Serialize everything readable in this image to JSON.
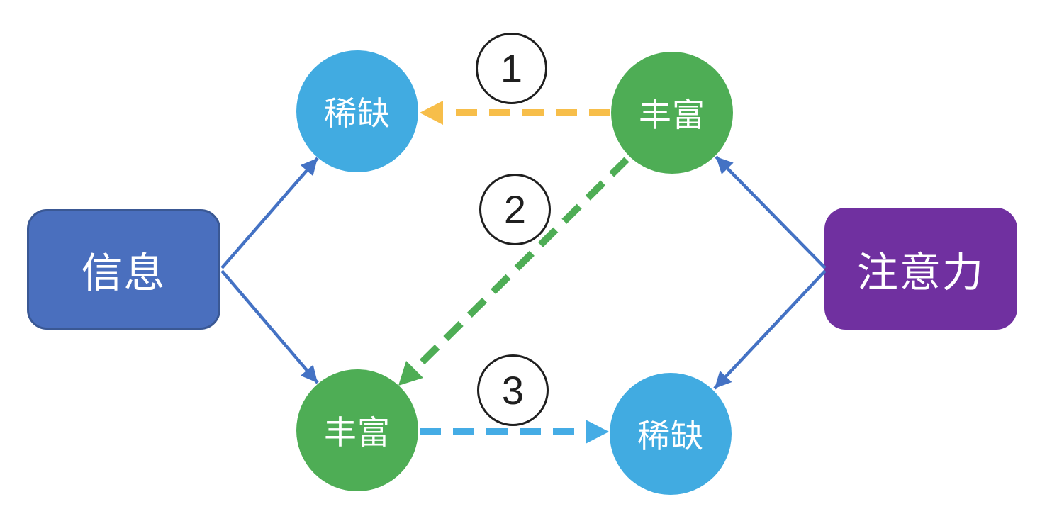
{
  "diagram": {
    "title_hint": "information-attention scarcity diagram",
    "left_node": {
      "label": "信息"
    },
    "right_node": {
      "label": "注意力"
    },
    "circles": {
      "top_left": {
        "label": "稀缺",
        "color_name": "blue"
      },
      "top_right": {
        "label": "丰富",
        "color_name": "green"
      },
      "bottom_left": {
        "label": "丰富",
        "color_name": "green"
      },
      "bottom_right": {
        "label": "稀缺",
        "color_name": "blue"
      }
    },
    "step_badges": [
      {
        "label": "1"
      },
      {
        "label": "2"
      },
      {
        "label": "3"
      }
    ],
    "relations": [
      "信息 → 稀缺(上)",
      "信息 → 丰富(下)",
      "注意力 → 丰富(上)",
      "注意力 → 稀缺(下)",
      "1: 丰富(上) ⇢ 稀缺(上)",
      "2: 丰富(上) ⇢ 丰富(下)",
      "3: 丰富(下) ⇢ 稀缺(下)"
    ]
  },
  "colors": {
    "info_box_fill": "#4A6FBE",
    "info_box_border": "#3A5894",
    "attention_box_fill": "#7030A0",
    "blue_circle": "#41ABE1",
    "green_circle": "#4EAD55",
    "solid_arrow": "#4472C4",
    "gold_dashed_arrow": "#F7BE4A",
    "green_dashed_arrow": "#4EAD55",
    "blue_dashed_arrow": "#45ACE5",
    "badge_border": "#1F1F1F"
  }
}
